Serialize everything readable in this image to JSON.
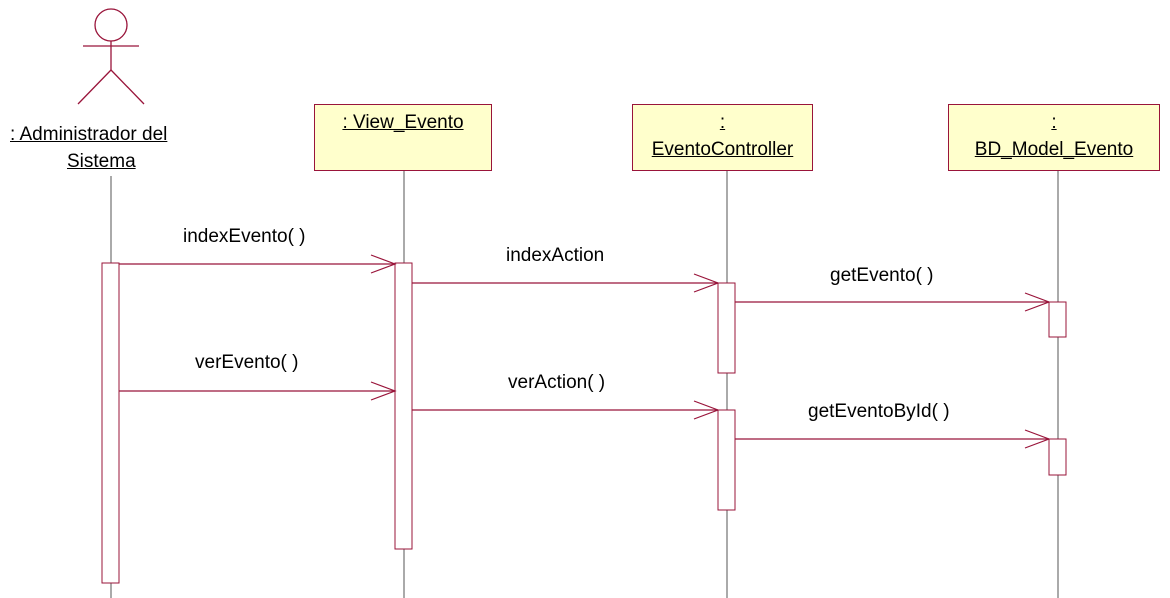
{
  "actor": {
    "name_line1": ": Administrador del",
    "name_line2": "Sistema"
  },
  "objects": [
    {
      "label": ": View_Evento"
    },
    {
      "label_line1": ":",
      "label_line2": "EventoController"
    },
    {
      "label_line1": ":",
      "label_line2": "BD_Model_Evento"
    }
  ],
  "messages": [
    {
      "label": "indexEvento( )"
    },
    {
      "label": "indexAction"
    },
    {
      "label": "getEvento( )"
    },
    {
      "label": "verEvento( )"
    },
    {
      "label": "verAction( )"
    },
    {
      "label": "getEventoById( )"
    }
  ],
  "colors": {
    "line": "#99143a",
    "lifeline": "#555555",
    "object_fill": "#ffffcc",
    "activation_fill": "#ffffff"
  }
}
